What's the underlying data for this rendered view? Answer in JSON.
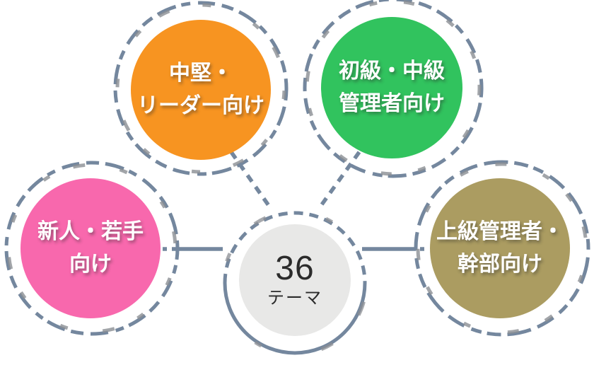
{
  "colors": {
    "background": "#ffffff",
    "ring_slate": "#74879E",
    "ring_gray": "#8B8E93",
    "connector": "#74879E",
    "center_fill": "#E8E8E7",
    "center_text": "#2B2B2B",
    "label_text": "#FFFFFF"
  },
  "center": {
    "value": "36",
    "unit": "テーマ"
  },
  "nodes": [
    {
      "id": "mid-level-leaders",
      "line1": "中堅・",
      "line2": "リーダー向け",
      "color": "#F79421"
    },
    {
      "id": "junior-middle-managers",
      "line1": "初級・中級",
      "line2": "管理者向け",
      "color": "#31C35E"
    },
    {
      "id": "newcomers-young",
      "line1": "新人・若手",
      "line2": "向け",
      "color": "#F868AD"
    },
    {
      "id": "senior-managers-executives",
      "line1": "上級管理者・",
      "line2": "幹部向け",
      "color": "#AB9C61"
    }
  ]
}
